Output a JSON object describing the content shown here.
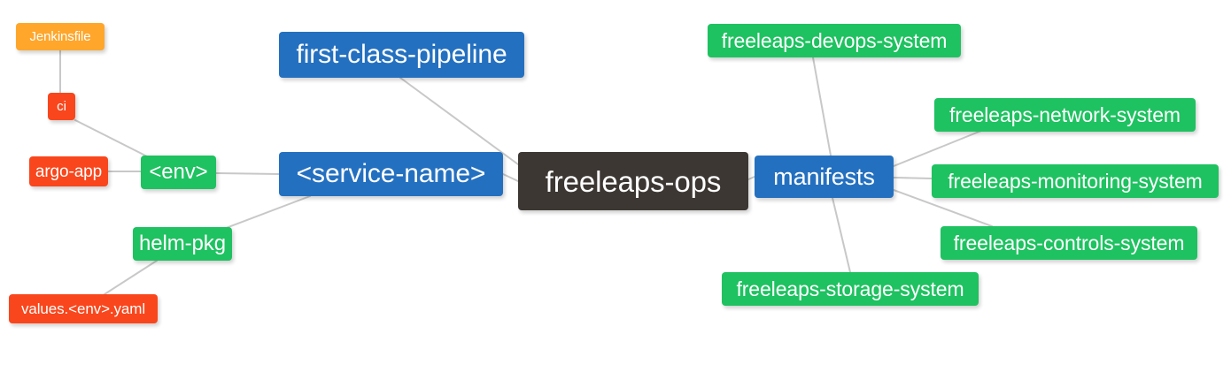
{
  "diagram": {
    "title": "freeleaps-ops mind map",
    "background": "#ffffff",
    "edge_color": "#c8c8c8",
    "palette": {
      "root_dark": "#3c3732",
      "blue": "#2470c0",
      "green": "#1ec260",
      "orange": "#ffa62b",
      "red": "#f9461c",
      "label_text": "#ffffff"
    }
  },
  "nodes": {
    "root": {
      "label": "freeleaps-ops"
    },
    "service_name": {
      "label": "<service-name>"
    },
    "first_class_pipeline": {
      "label": "first-class-pipeline"
    },
    "manifests": {
      "label": "manifests"
    },
    "env": {
      "label": "<env>"
    },
    "helm_pkg": {
      "label": "helm-pkg"
    },
    "ci": {
      "label": "ci"
    },
    "jenkinsfile": {
      "label": "Jenkinsfile"
    },
    "argo_app": {
      "label": "argo-app"
    },
    "values_yaml": {
      "label": "values.<env>.yaml"
    },
    "devops_system": {
      "label": "freeleaps-devops-system"
    },
    "network_system": {
      "label": "freeleaps-network-system"
    },
    "monitoring_system": {
      "label": "freeleaps-monitoring-system"
    },
    "controls_system": {
      "label": "freeleaps-controls-system"
    },
    "storage_system": {
      "label": "freeleaps-storage-system"
    }
  },
  "edges": [
    {
      "from": "root",
      "to": "service_name"
    },
    {
      "from": "root",
      "to": "first_class_pipeline"
    },
    {
      "from": "root",
      "to": "manifests"
    },
    {
      "from": "service_name",
      "to": "env"
    },
    {
      "from": "service_name",
      "to": "helm_pkg"
    },
    {
      "from": "env",
      "to": "ci"
    },
    {
      "from": "env",
      "to": "argo_app"
    },
    {
      "from": "ci",
      "to": "jenkinsfile"
    },
    {
      "from": "helm_pkg",
      "to": "values_yaml"
    },
    {
      "from": "manifests",
      "to": "devops_system"
    },
    {
      "from": "manifests",
      "to": "network_system"
    },
    {
      "from": "manifests",
      "to": "monitoring_system"
    },
    {
      "from": "manifests",
      "to": "controls_system"
    },
    {
      "from": "manifests",
      "to": "storage_system"
    }
  ]
}
